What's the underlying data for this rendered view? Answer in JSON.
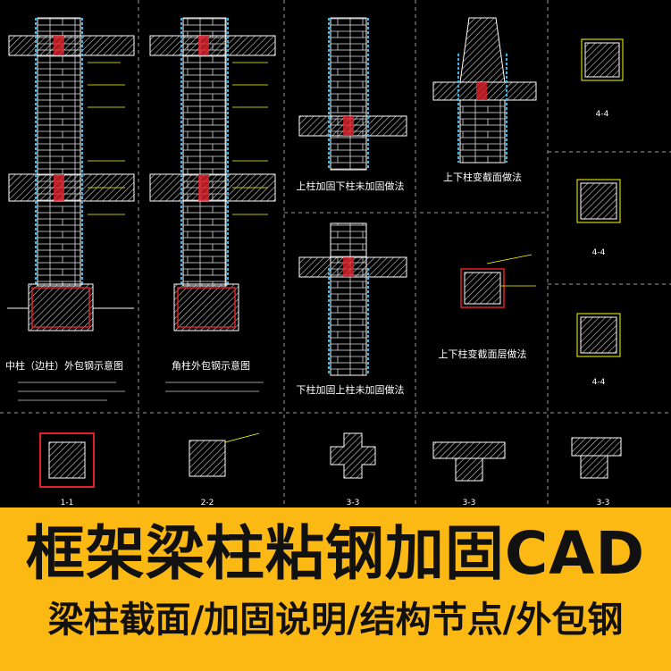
{
  "banner": {
    "title": "框架梁柱粘钢加固CAD",
    "subtitle": "梁柱截面/加固说明/结构节点/外包钢",
    "bg_color": "#FDB913",
    "text_color": "#111111"
  },
  "drawing": {
    "bg_color": "#000000",
    "line_color": "#FFFFFF",
    "rebar_color": "#3FB7E6",
    "dim_color": "#FFFF00",
    "accent_color": "#E0202A",
    "captions": {
      "mid_column": "中柱（边柱）外包钢示意图",
      "corner_column": "角柱外包钢示意图",
      "lower_column": "下柱加固上柱未加固做法",
      "upper_column": "上柱加固下柱未加固做法",
      "section_change": "上下柱变截面做法",
      "section_change_layer": "上下柱变截面层做法"
    },
    "section_labels": [
      "1-1",
      "2-2",
      "3-3",
      "3-3",
      "3-3",
      "4-4",
      "4-4",
      "4-4"
    ]
  }
}
